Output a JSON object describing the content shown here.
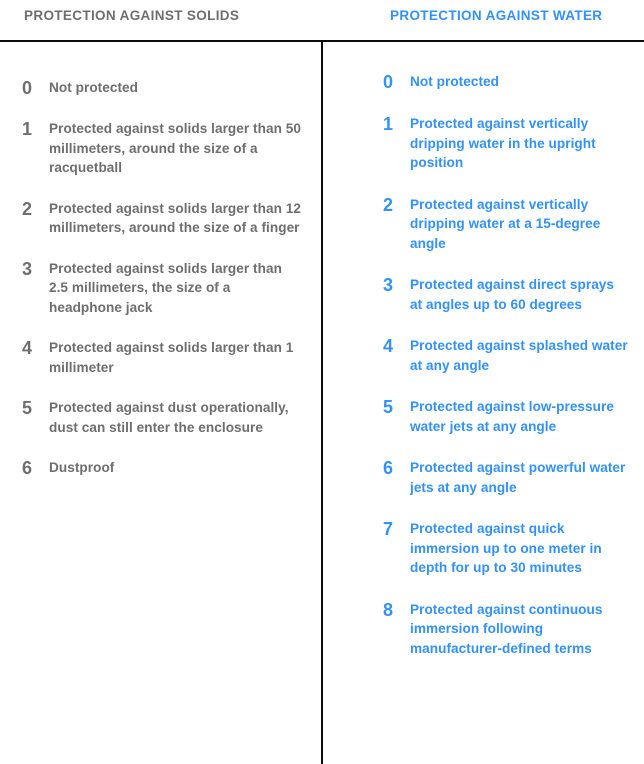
{
  "colors": {
    "solids_text": "#6e6e6e",
    "water_text": "#3291fa",
    "rule": "#0b0b0b",
    "background": "#ffffff"
  },
  "columns": {
    "solids": {
      "heading": "PROTECTION AGAINST SOLIDS",
      "items": [
        {
          "level": "0",
          "description": "Not protected"
        },
        {
          "level": "1",
          "description": "Protected against solids larger than 50 millimeters, around the size of a racquetball"
        },
        {
          "level": "2",
          "description": "Protected against solids larger than 12 millimeters, around the size of a finger"
        },
        {
          "level": "3",
          "description": "Protected against solids larger than 2.5 millimeters, the size of a headphone jack"
        },
        {
          "level": "4",
          "description": "Protected against solids larger than 1 millimeter"
        },
        {
          "level": "5",
          "description": "Protected against dust operationally, dust can still enter the enclosure"
        },
        {
          "level": "6",
          "description": "Dustproof"
        }
      ]
    },
    "water": {
      "heading": "PROTECTION AGAINST WATER",
      "items": [
        {
          "level": "0",
          "description": "Not protected"
        },
        {
          "level": "1",
          "description": "Protected against vertically dripping water in the upright position"
        },
        {
          "level": "2",
          "description": "Protected against vertically dripping water at a 15-degree angle"
        },
        {
          "level": "3",
          "description": "Protected against direct sprays at angles up to 60 degrees"
        },
        {
          "level": "4",
          "description": "Protected against splashed water at any angle"
        },
        {
          "level": "5",
          "description": "Protected against low-pressure water jets at any angle"
        },
        {
          "level": "6",
          "description": "Protected against powerful water jets at any angle"
        },
        {
          "level": "7",
          "description": "Protected against quick immersion up to one meter in depth for up to 30 minutes"
        },
        {
          "level": "8",
          "description": "Protected against continuous immersion following manufacturer-defined terms"
        }
      ]
    }
  }
}
